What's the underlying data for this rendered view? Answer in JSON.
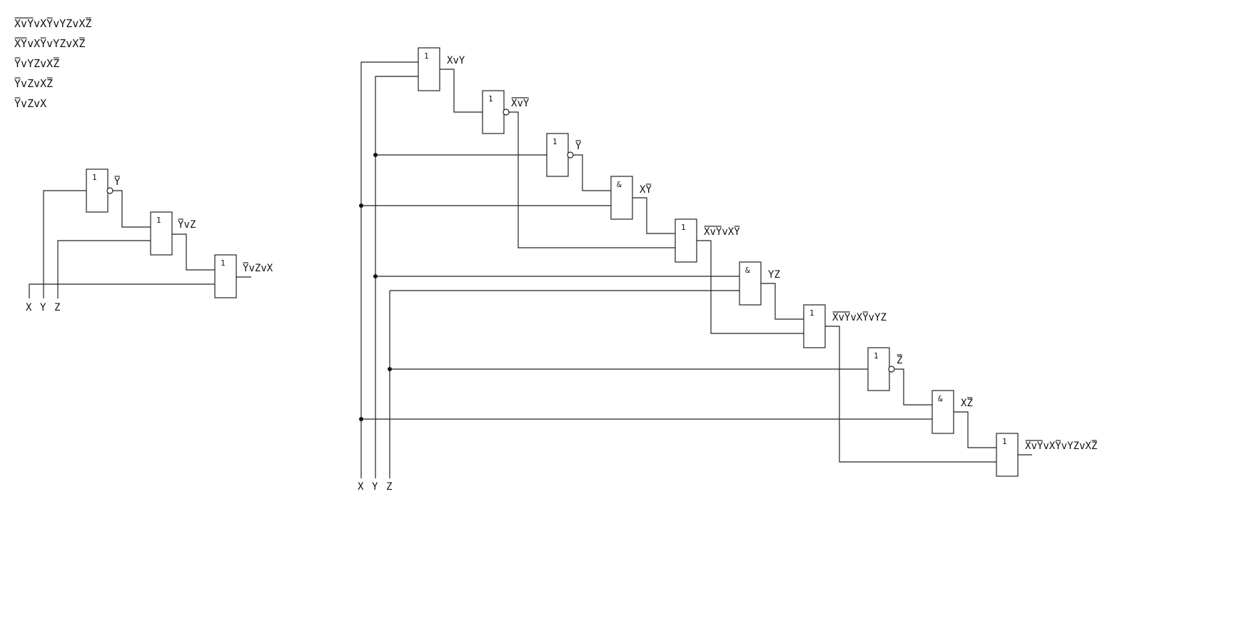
{
  "equations": [
    [
      [
        "X",
        1
      ],
      [
        "v",
        1
      ],
      [
        "Y",
        1
      ],
      [
        "v",
        0
      ],
      [
        "X",
        0
      ],
      [
        "Y",
        1
      ],
      [
        "v",
        0
      ],
      [
        "Y",
        0
      ],
      [
        "Z",
        0
      ],
      [
        "v",
        0
      ],
      [
        "X",
        0
      ],
      [
        "Z",
        1
      ]
    ],
    [
      [
        "X",
        1
      ],
      [
        "Y",
        1
      ],
      [
        "v",
        0
      ],
      [
        "X",
        0
      ],
      [
        "Y",
        1
      ],
      [
        "v",
        0
      ],
      [
        "Y",
        0
      ],
      [
        "Z",
        0
      ],
      [
        "v",
        0
      ],
      [
        "X",
        0
      ],
      [
        "Z",
        1
      ]
    ],
    [
      [
        "Y",
        1
      ],
      [
        "v",
        0
      ],
      [
        "Y",
        0
      ],
      [
        "Z",
        0
      ],
      [
        "v",
        0
      ],
      [
        "X",
        0
      ],
      [
        "Z",
        1
      ]
    ],
    [
      [
        "Y",
        1
      ],
      [
        "v",
        0
      ],
      [
        "Z",
        0
      ],
      [
        "v",
        0
      ],
      [
        "X",
        0
      ],
      [
        "Z",
        1
      ]
    ],
    [
      [
        "Y",
        1
      ],
      [
        "v",
        0
      ],
      [
        "Z",
        0
      ],
      [
        "v",
        0
      ],
      [
        "X",
        0
      ]
    ]
  ],
  "small_circuit": {
    "inputs": [
      "X",
      "Y",
      "Z"
    ],
    "gates": [
      {
        "symbol": "1",
        "output": [
          [
            "Y",
            1
          ]
        ]
      },
      {
        "symbol": "1",
        "output": [
          [
            "Y",
            1
          ],
          [
            "v",
            0
          ],
          [
            "Z",
            0
          ]
        ]
      },
      {
        "symbol": "1",
        "output": [
          [
            "Y",
            1
          ],
          [
            "v",
            0
          ],
          [
            "Z",
            0
          ],
          [
            "v",
            0
          ],
          [
            "X",
            0
          ]
        ]
      }
    ]
  },
  "large_circuit": {
    "inputs": [
      "X",
      "Y",
      "Z"
    ],
    "gates": [
      {
        "symbol": "1",
        "output": [
          [
            "X",
            0
          ],
          [
            "v",
            0
          ],
          [
            "Y",
            0
          ]
        ]
      },
      {
        "symbol": "1",
        "output": [
          [
            "X",
            1
          ],
          [
            "v",
            1
          ],
          [
            "Y",
            1
          ]
        ]
      },
      {
        "symbol": "1",
        "output": [
          [
            "Y",
            1
          ]
        ]
      },
      {
        "symbol": "&",
        "output": [
          [
            "X",
            0
          ],
          [
            "Y",
            1
          ]
        ]
      },
      {
        "symbol": "1",
        "output": [
          [
            "X",
            1
          ],
          [
            "v",
            1
          ],
          [
            "Y",
            1
          ],
          [
            "v",
            0
          ],
          [
            "X",
            0
          ],
          [
            "Y",
            1
          ]
        ]
      },
      {
        "symbol": "&",
        "output": [
          [
            "Y",
            0
          ],
          [
            "Z",
            0
          ]
        ]
      },
      {
        "symbol": "1",
        "output": [
          [
            "X",
            1
          ],
          [
            "v",
            1
          ],
          [
            "Y",
            1
          ],
          [
            "v",
            0
          ],
          [
            "X",
            0
          ],
          [
            "Y",
            1
          ],
          [
            "v",
            0
          ],
          [
            "Y",
            0
          ],
          [
            "Z",
            0
          ]
        ]
      },
      {
        "symbol": "1",
        "output": [
          [
            "Z",
            1
          ]
        ]
      },
      {
        "symbol": "&",
        "output": [
          [
            "X",
            0
          ],
          [
            "Z",
            1
          ]
        ]
      },
      {
        "symbol": "1",
        "output": [
          [
            "X",
            1
          ],
          [
            "v",
            1
          ],
          [
            "Y",
            1
          ],
          [
            "v",
            0
          ],
          [
            "X",
            0
          ],
          [
            "Y",
            1
          ],
          [
            "v",
            0
          ],
          [
            "Y",
            0
          ],
          [
            "Z",
            0
          ],
          [
            "v",
            0
          ],
          [
            "X",
            0
          ],
          [
            "Z",
            1
          ]
        ]
      }
    ]
  }
}
